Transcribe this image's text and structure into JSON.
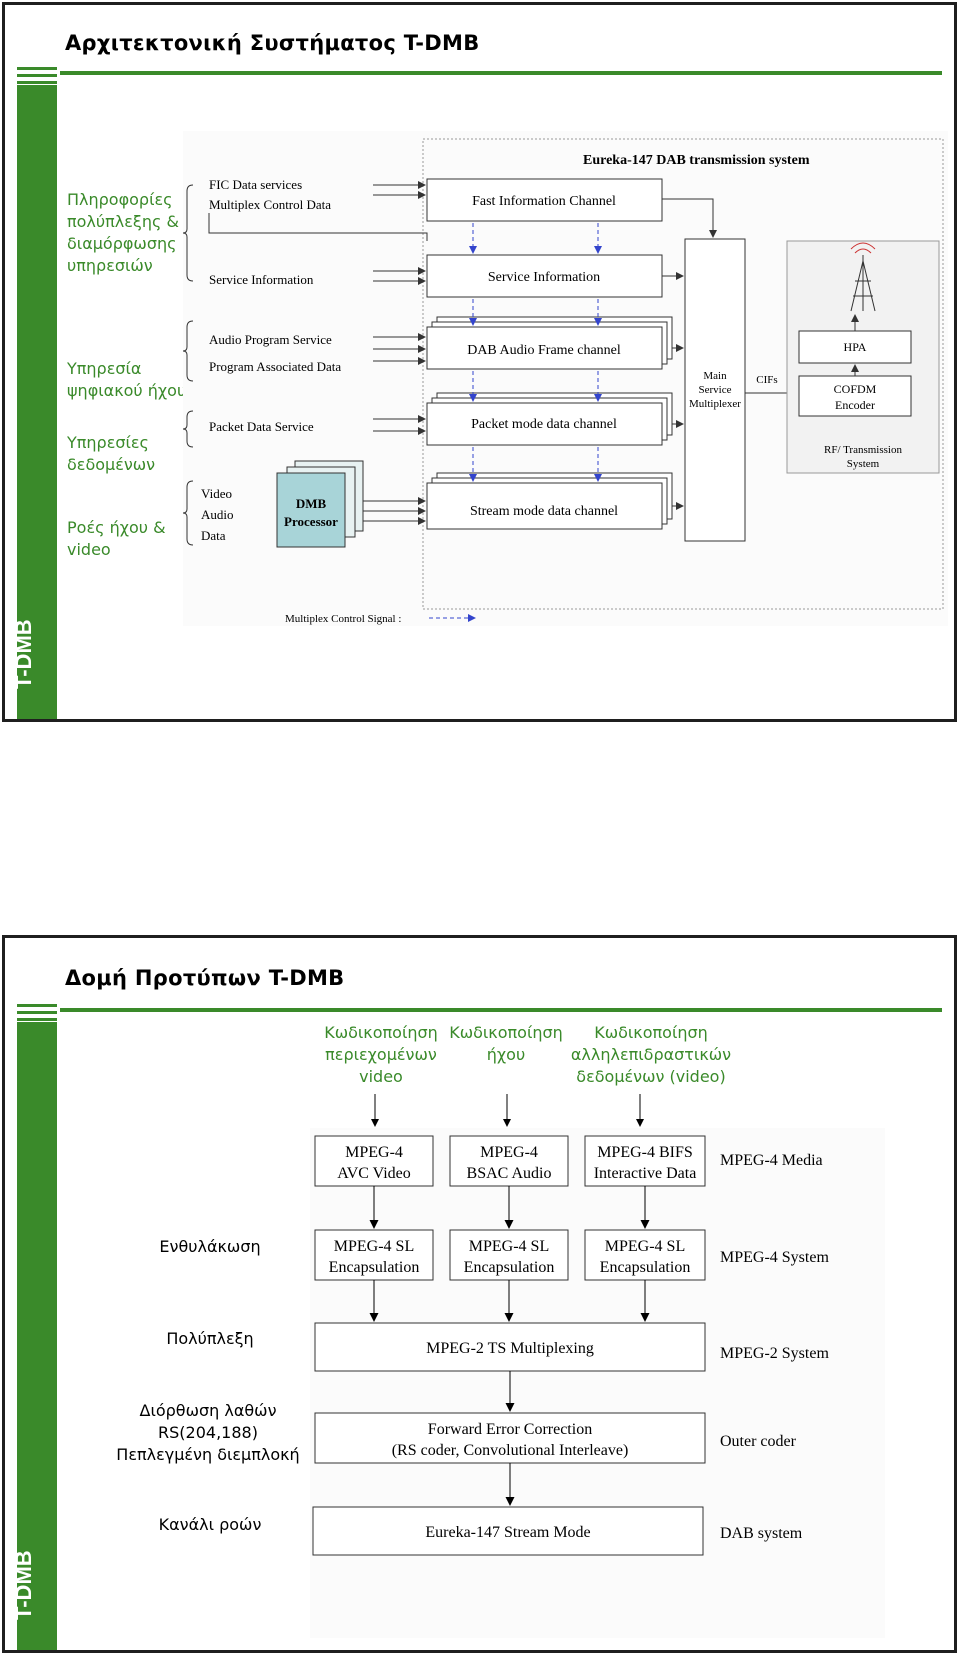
{
  "slide1": {
    "title": "Αρχιτεκτονική Συστήματος T-DMB",
    "sidebar_label": "T-DMB",
    "groups": [
      {
        "label_lines": [
          "Πληροφορίες",
          "πολύπλεξης &",
          "διαμόρφωσης",
          "υπηρεσιών"
        ]
      },
      {
        "label_lines": [
          "Υπηρεσία",
          "ψηφιακού ήχου"
        ]
      },
      {
        "label_lines": [
          "Υπηρεσίες",
          "δεδομένων"
        ]
      },
      {
        "label_lines": [
          "Ροές ήχου &",
          "video"
        ]
      }
    ],
    "diagram": {
      "system_title": "Eureka-147 DAB transmission system",
      "inputs": [
        "FIC Data services",
        "Multiplex Control Data",
        "Service Information",
        "Audio Program Service",
        "Program Associated Data",
        "Packet Data Service",
        "Video",
        "Audio",
        "Data"
      ],
      "processor": [
        "DMB",
        "Processor"
      ],
      "channels": [
        "Fast Information Channel",
        "Service Information",
        "DAB Audio Frame channel",
        "Packet mode data channel",
        "Stream mode data channel"
      ],
      "mux": [
        "Main",
        "Service",
        "Multiplexer"
      ],
      "cifs": "CIFs",
      "hpa": "HPA",
      "cofdm": [
        "COFDM",
        "Encoder"
      ],
      "rf": [
        "RF/ Transmission",
        "System"
      ],
      "legend": "Multiplex Control Signal :"
    }
  },
  "slide2": {
    "title": "Δομή Προτύπων T-DMB",
    "sidebar_label": "T-DMB",
    "top_labels": [
      {
        "lines": [
          "Κωδικοποίηση",
          "περιεχομένων",
          "video"
        ]
      },
      {
        "lines": [
          "Κωδικοποίηση",
          "ήχου"
        ]
      },
      {
        "lines": [
          "Κωδικοποίηση",
          "αλληλεπιδραστικών",
          "δεδομένων (video)"
        ]
      }
    ],
    "left_labels": [
      {
        "lines": [
          "Ενθυλάκωση"
        ]
      },
      {
        "lines": [
          "Πολύπλεξη"
        ]
      },
      {
        "lines": [
          "Διόρθωση λαθών",
          "RS(204,188)",
          "Πεπλεγμένη διεμπλοκή"
        ]
      },
      {
        "lines": [
          "Κανάλι ροών"
        ]
      }
    ],
    "diagram": {
      "media_boxes": [
        [
          "MPEG-4",
          "AVC Video"
        ],
        [
          "MPEG-4",
          "BSAC Audio"
        ],
        [
          "MPEG-4 BIFS",
          "Interactive Data"
        ]
      ],
      "sl_boxes": [
        [
          "MPEG-4 SL",
          "Encapsulation"
        ],
        [
          "MPEG-4 SL",
          "Encapsulation"
        ],
        [
          "MPEG-4 SL",
          "Encapsulation"
        ]
      ],
      "ts_box": "MPEG-2 TS Multiplexing",
      "fec_box": [
        "Forward Error Correction",
        "(RS coder, Convolutional Interleave)"
      ],
      "stream_box": "Eureka-147 Stream Mode",
      "right_labels": [
        "MPEG-4 Media",
        "MPEG-4 System",
        "MPEG-2 System",
        "Outer coder",
        "DAB system"
      ]
    }
  }
}
